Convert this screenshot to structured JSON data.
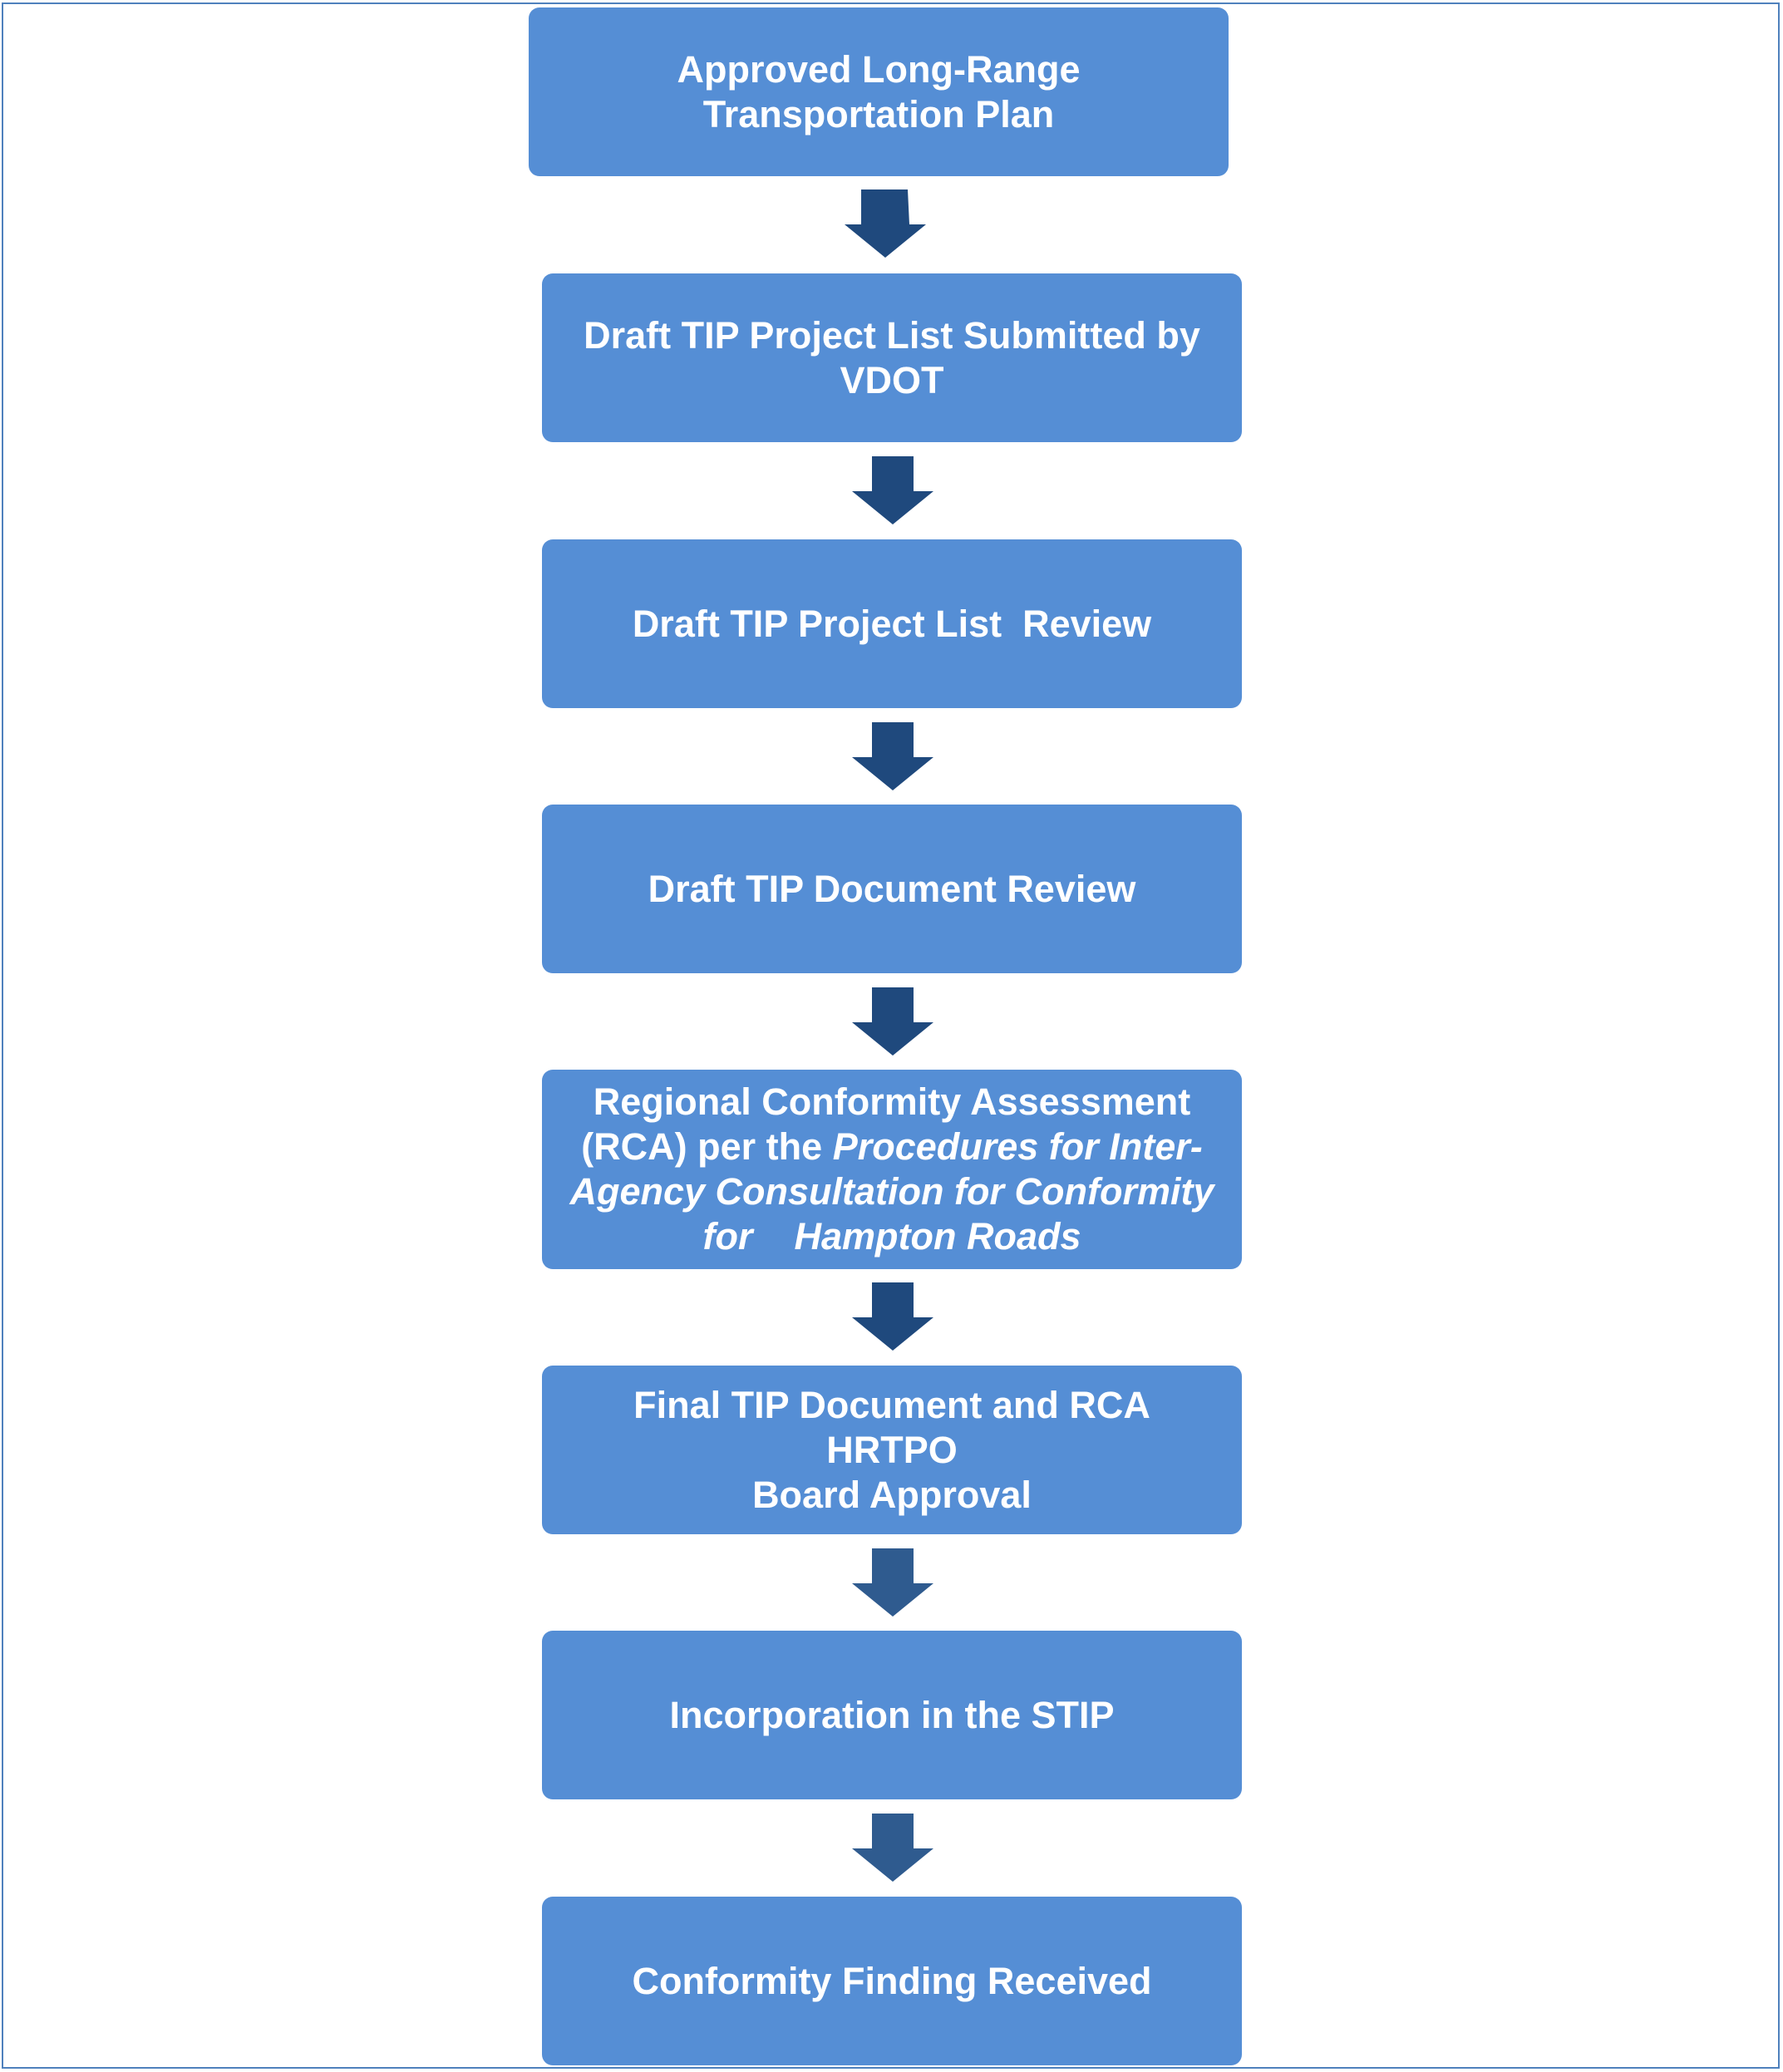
{
  "flowchart": {
    "steps": [
      {
        "id": "s1",
        "lines": [
          "Approved Long-Range",
          "Transportation Plan"
        ]
      },
      {
        "id": "s2",
        "lines": [
          "Draft TIP Project List Submitted by",
          "VDOT"
        ]
      },
      {
        "id": "s3",
        "lines": [
          "Draft TIP Project List  Review"
        ]
      },
      {
        "id": "s4",
        "lines": [
          "Draft TIP Document Review"
        ]
      },
      {
        "id": "s5",
        "line1": "Regional Conformity Assessment",
        "line2_plain": "(RCA) per the ",
        "line2_italic": "Procedures for Inter-",
        "line3_italic": "Agency Consultation for Conformity",
        "line4_italic": "for    Hampton Roads"
      },
      {
        "id": "s6",
        "lines": [
          "Final TIP Document and RCA HRTPO",
          "Board Approval"
        ]
      },
      {
        "id": "s7",
        "lines": [
          "Incorporation in the STIP"
        ]
      },
      {
        "id": "s8",
        "lines": [
          "Conformity Finding Received"
        ]
      }
    ],
    "colors": {
      "box_fill": "#558ed5",
      "box_text": "#ffffff",
      "arrow_fill": "#1f497d",
      "arrow_fill_light": "#2f5b8f",
      "frame_border": "#4f81bd"
    }
  }
}
